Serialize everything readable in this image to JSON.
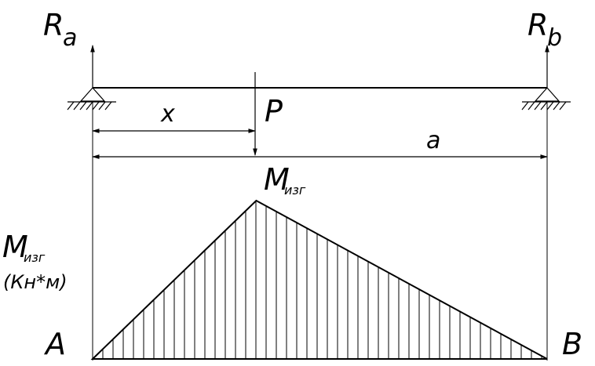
{
  "diagram": {
    "reaction_left": {
      "main": "R",
      "sub": "a"
    },
    "reaction_right": {
      "main": "R",
      "sub": "b"
    },
    "load_label": "P",
    "distance_x_label": "x",
    "span_label": "a",
    "moment_peak_label": {
      "main": "M",
      "sub": "изг"
    },
    "axis_label": {
      "main": "M",
      "sub": "изг",
      "unit": "(Кн*м)"
    },
    "point_left": "A",
    "point_right": "B",
    "moment_diagram": {
      "shape": "triangle",
      "hatching": "vertical",
      "peak_fraction_of_span": 0.36
    },
    "colors": {
      "ink": "#000000",
      "background": "#ffffff"
    }
  }
}
